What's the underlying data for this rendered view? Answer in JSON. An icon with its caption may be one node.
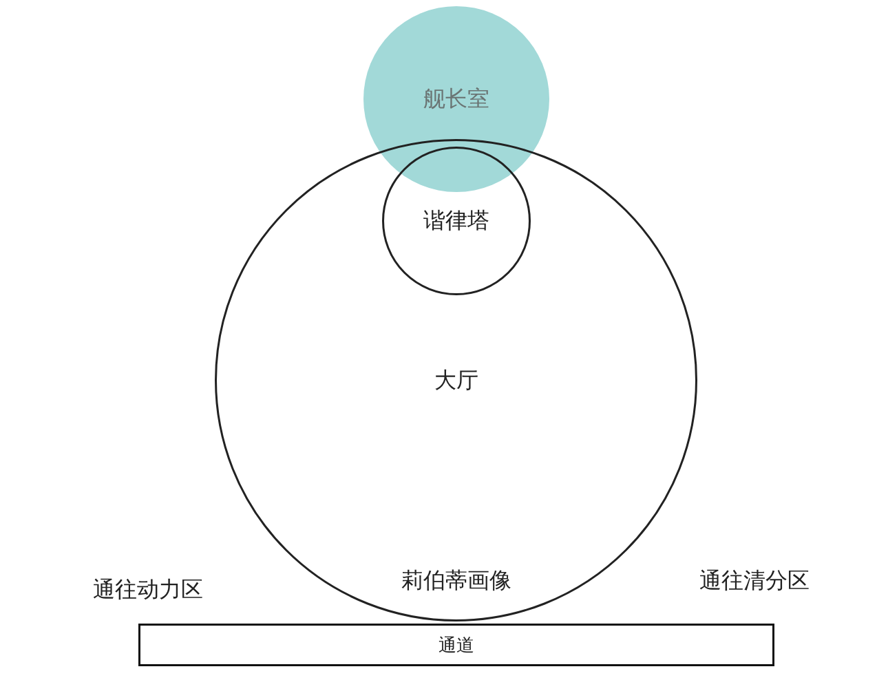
{
  "diagram": {
    "nodes": [
      {
        "text": [
          "舰长室"
        ]
      },
      {
        "text": [
          "大厅"
        ]
      },
      {
        "text": [
          "谐律塔"
        ],
        "in": 1
      },
      {
        "text": [
          "通道"
        ]
      }
    ],
    "labels": [
      "莉伯蒂画像",
      "通往动力区",
      "通往清分区"
    ]
  }
}
